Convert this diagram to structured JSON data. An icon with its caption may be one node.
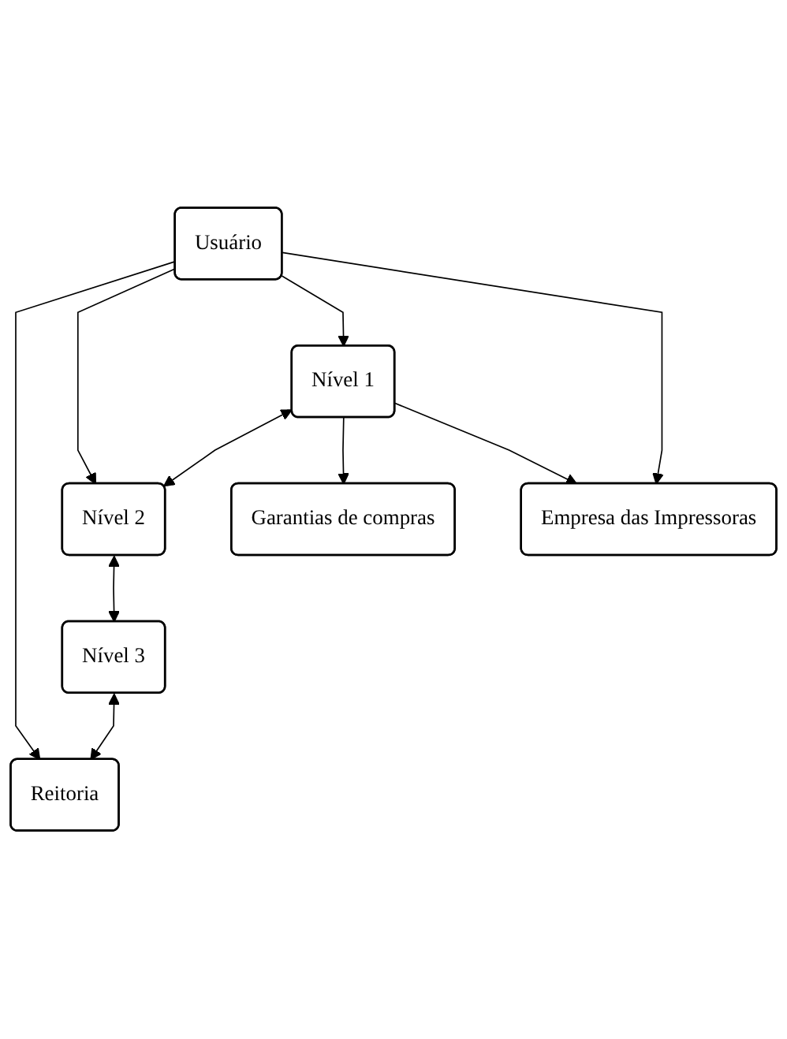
{
  "diagram": {
    "nodes": [
      {
        "text": [
          "Usuário"
        ]
      },
      {
        "text": [
          "Nível 1"
        ]
      },
      {
        "text": [
          "Nível 2"
        ]
      },
      {
        "text": [
          "Garantias de compras"
        ]
      },
      {
        "text": [
          "Empresa das Impressoras"
        ]
      },
      {
        "text": [
          "Nível 3"
        ]
      },
      {
        "text": [
          "Reitoria"
        ]
      }
    ],
    "edges": [
      {
        "from": 0,
        "to": 6,
        "arrow": "to"
      },
      {
        "from": 0,
        "to": 2,
        "arrow": "to"
      },
      {
        "from": 0,
        "to": 1,
        "arrow": "to"
      },
      {
        "from": 0,
        "to": 4,
        "arrow": "to"
      },
      {
        "from": 1,
        "to": 2,
        "arrow": "both"
      },
      {
        "from": 1,
        "to": 3,
        "arrow": "to"
      },
      {
        "from": 1,
        "to": 4,
        "arrow": "to"
      },
      {
        "from": 2,
        "to": 5,
        "arrow": "both"
      },
      {
        "from": 5,
        "to": 6,
        "arrow": "both"
      }
    ]
  }
}
